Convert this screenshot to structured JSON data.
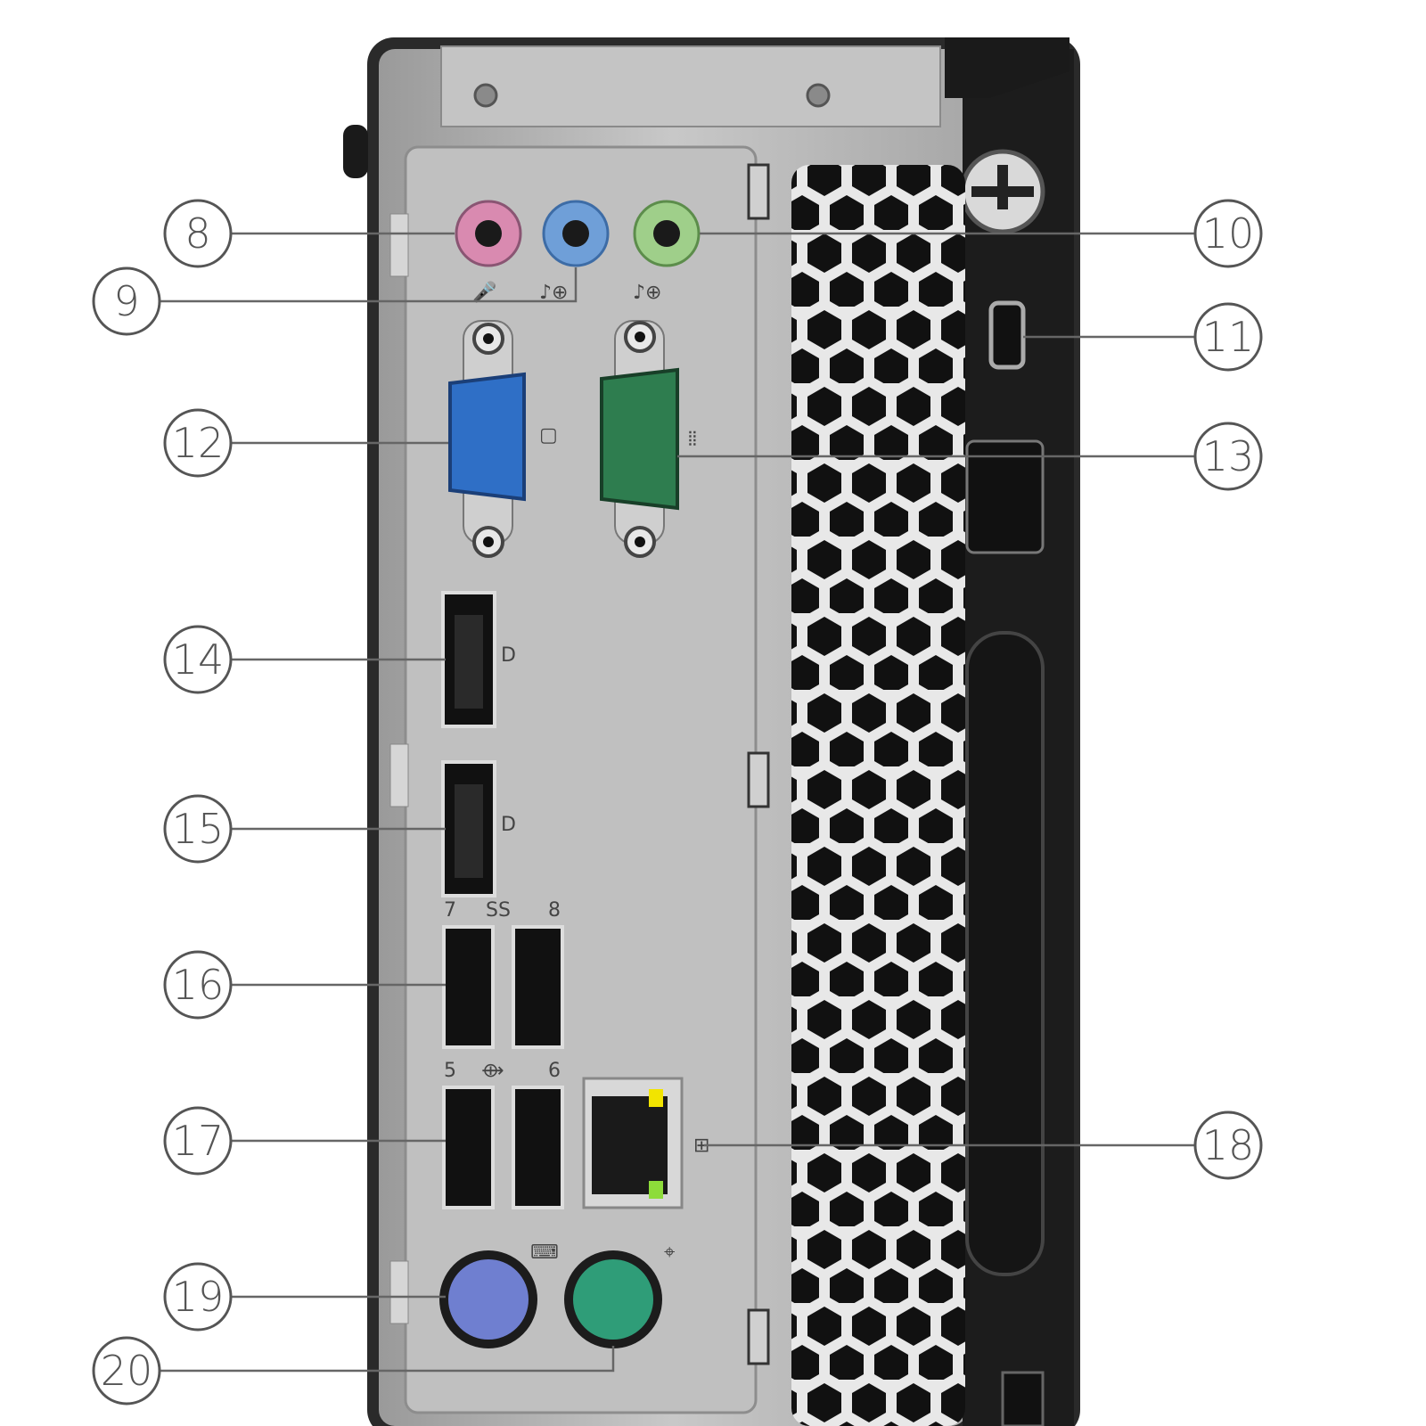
{
  "callouts": [
    {
      "id": "8",
      "label": "8"
    },
    {
      "id": "9",
      "label": "9"
    },
    {
      "id": "10",
      "label": "10"
    },
    {
      "id": "11",
      "label": "11"
    },
    {
      "id": "12",
      "label": "12"
    },
    {
      "id": "13",
      "label": "13"
    },
    {
      "id": "14",
      "label": "14"
    },
    {
      "id": "15",
      "label": "15"
    },
    {
      "id": "16",
      "label": "16"
    },
    {
      "id": "17",
      "label": "17"
    },
    {
      "id": "18",
      "label": "18"
    },
    {
      "id": "19",
      "label": "19"
    },
    {
      "id": "20",
      "label": "20"
    }
  ],
  "port_markings": {
    "usb3_left_number": "7",
    "usb3_label": "SS",
    "usb3_right_number": "8",
    "usb2_left_number": "5",
    "usb2_right_number": "6"
  },
  "colors": {
    "chassis_metal": "#b9b9b9",
    "chassis_dark": "#1c1c1c",
    "mic_jack": "#d98ab0",
    "line_in_jack": "#6f9fd8",
    "line_out_jack": "#9fcf8a",
    "vga_blue": "#2f6fc6",
    "serial_green": "#2e7d4f",
    "ps2_keyboard": "#6f7fd0",
    "ps2_mouse": "#2f9d78",
    "led_yellow": "#f2e400",
    "led_green": "#8ddc3a"
  }
}
